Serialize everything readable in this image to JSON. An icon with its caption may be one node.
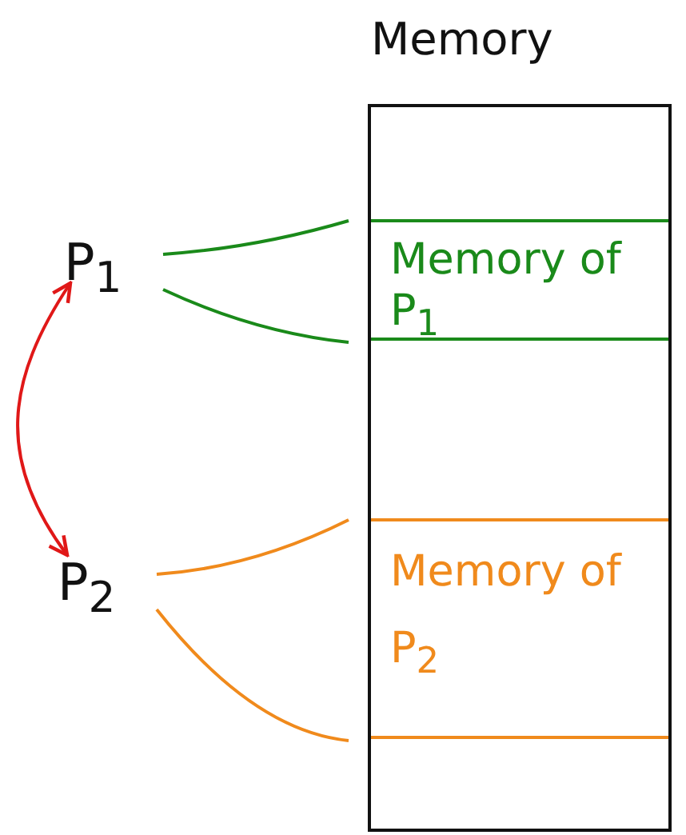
{
  "diagram": {
    "nodes": [
      {
        "text": [
          "Memory"
        ]
      },
      {
        "text": [
          "Memory of P$_{1}$"
        ],
        "in": 0
      },
      {
        "text": [
          "Memory of P$_{2}$"
        ],
        "in": 0
      },
      {
        "text": [
          "P$_{1}$"
        ]
      },
      {
        "text": [
          "P$_{2}$"
        ]
      }
    ],
    "edges": [
      {
        "from": 3,
        "to": 1,
        "arrow": "none",
        "color": "#1a8a1a"
      },
      {
        "from": 3,
        "to": 1,
        "arrow": "none",
        "color": "#1a8a1a"
      },
      {
        "from": 4,
        "to": 2,
        "arrow": "none",
        "color": "#f08a1c"
      },
      {
        "from": 4,
        "to": 2,
        "arrow": "none",
        "color": "#f08a1c"
      },
      {
        "from": 3,
        "to": 4,
        "arrow": "both",
        "color": "#e01818"
      }
    ]
  }
}
